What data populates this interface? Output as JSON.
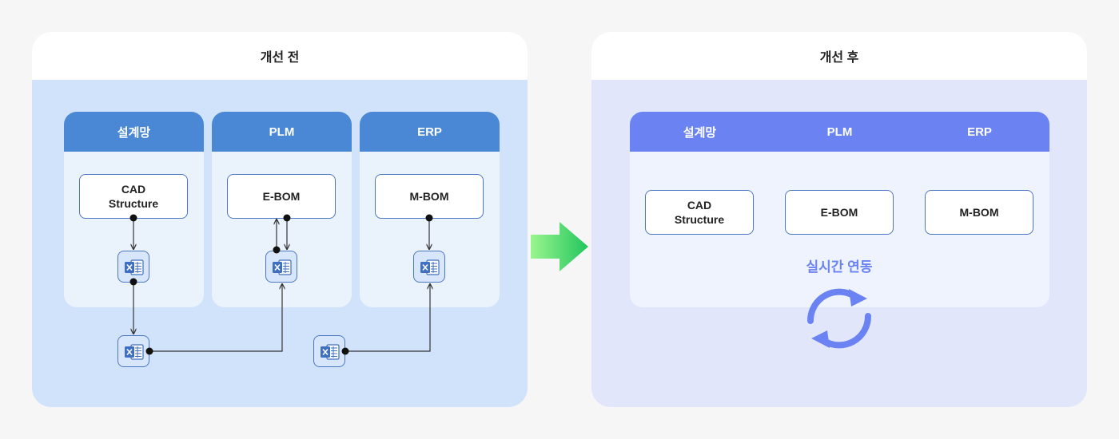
{
  "before": {
    "title": "개선 전",
    "columns": [
      {
        "header": "설계망",
        "box": [
          "CAD",
          "Structure"
        ]
      },
      {
        "header": "PLM",
        "box": [
          "E-BOM"
        ]
      },
      {
        "header": "ERP",
        "box": [
          "M-BOM"
        ]
      }
    ],
    "file_icon": "excel-file-icon"
  },
  "arrow": {
    "icon": "right-arrow-icon",
    "color": "#3bd16a"
  },
  "after": {
    "title": "개선 후",
    "columns": [
      "설계망",
      "PLM",
      "ERP"
    ],
    "boxes": [
      [
        "CAD",
        "Structure"
      ],
      [
        "E-BOM"
      ],
      [
        "M-BOM"
      ]
    ],
    "sync_label": "실시간 연동",
    "sync_icon": "sync-icon"
  },
  "colors": {
    "left_panel": "#d1e3fb",
    "right_panel": "#e1e6fb",
    "left_header": "#4a88d5",
    "right_header": "#6b83f2",
    "arrow": "#3bd16a"
  }
}
